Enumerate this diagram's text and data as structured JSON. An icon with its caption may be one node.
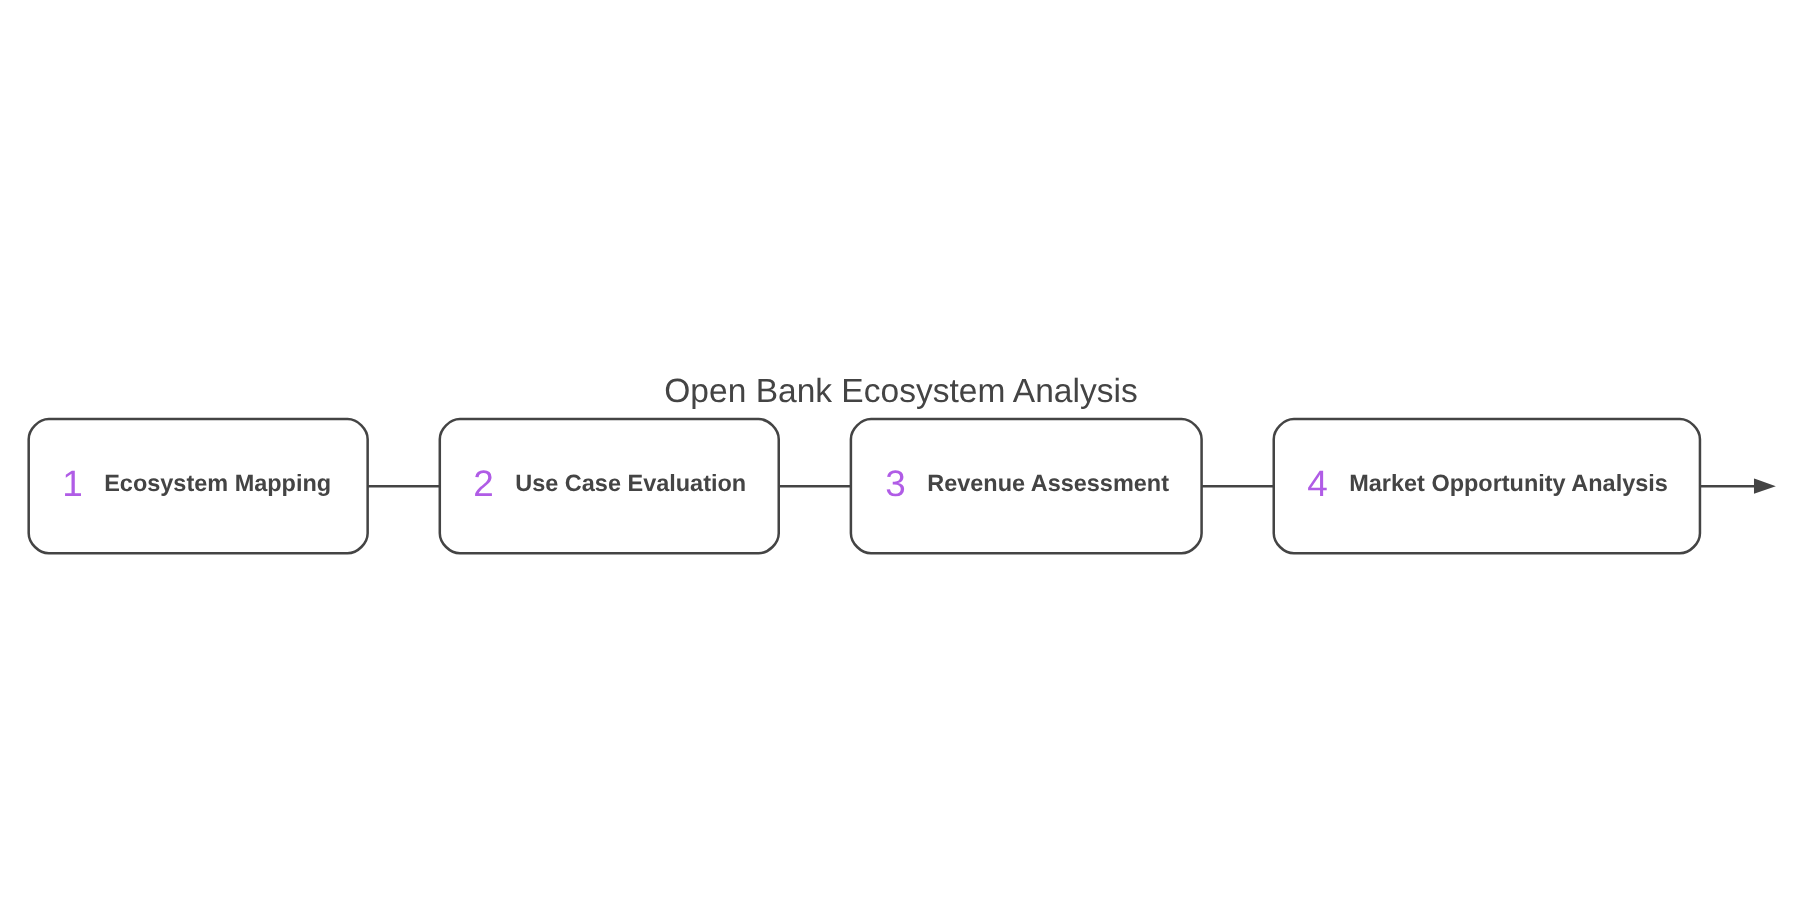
{
  "diagram": {
    "title": "Open Bank Ecosystem Analysis",
    "nodes": [
      {
        "text": [
          "1",
          "Ecosystem Mapping"
        ]
      },
      {
        "text": [
          "2",
          "Use Case Evaluation"
        ]
      },
      {
        "text": [
          "3",
          "Revenue Assessment"
        ]
      },
      {
        "text": [
          "4",
          "Market Opportunity Analysis"
        ]
      }
    ],
    "edges": [
      {
        "from": 0,
        "to": 1,
        "arrow": "none"
      },
      {
        "from": 1,
        "to": 2,
        "arrow": "none"
      },
      {
        "from": 2,
        "to": 3,
        "arrow": "none"
      },
      {
        "from": 3,
        "to": null,
        "arrow": "to"
      }
    ]
  }
}
